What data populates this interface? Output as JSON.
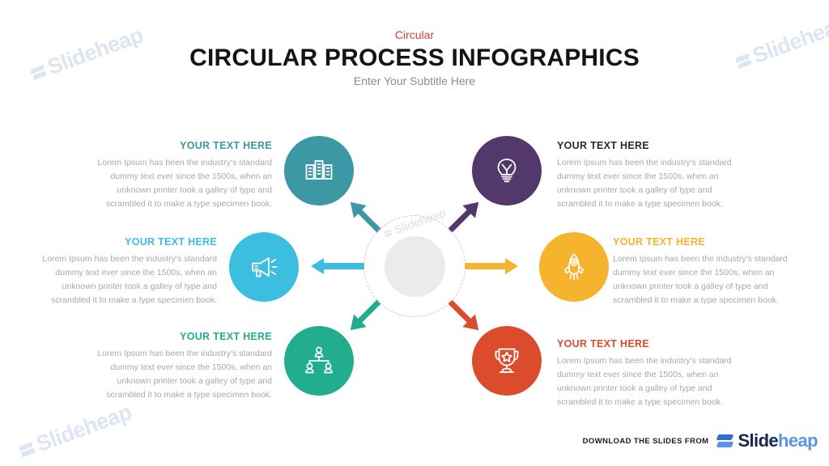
{
  "header": {
    "eyebrow": "Circular",
    "title": "CIRCULAR PROCESS INFOGRAPHICS",
    "subtitle": "Enter Your Subtitle Here",
    "eyebrow_color": "#cf4040",
    "title_color": "#141414",
    "subtitle_color": "#8c8c8c"
  },
  "center": {
    "core_color": "#ebebeb",
    "ring_color": "#c9c9c9"
  },
  "body_text": "Lorem Ipsum has been the industry's standard dummy text ever  since the 1500s, when an unknown  printer took a galley of type and scrambled it to make a type specimen book.",
  "nodes": [
    {
      "id": "top-left",
      "heading": "YOUR TEXT HERE",
      "heading_color": "#3d98a5",
      "body": "Lorem Ipsum has been the industry's standard dummy text ever  since the 1500s, when an unknown  printer took a galley of type and scrambled it to make a type specimen book.",
      "color": "#3d98a5",
      "icon": "buildings-icon",
      "arrow_color": "#3d98a5"
    },
    {
      "id": "top-right",
      "heading": "YOUR TEXT HERE",
      "heading_color": "#2b2b2b",
      "body": "Lorem Ipsum has been the industry's standard dummy text ever  since the 1500s, when an unknown  printer took a galley of type and scrambled it to make a type specimen book.",
      "color": "#53396b",
      "icon": "lightbulb-icon",
      "arrow_color": "#53396b"
    },
    {
      "id": "middle-left",
      "heading": "YOUR TEXT HERE",
      "heading_color": "#3cbee0",
      "body": "Lorem Ipsum has been the industry's standard dummy text ever  since the 1500s, when an unknown  printer took a galley of type and scrambled it to make a type specimen book.",
      "color": "#3cbee0",
      "icon": "megaphone-icon",
      "arrow_color": "#3cbee0"
    },
    {
      "id": "middle-right",
      "heading": "YOUR TEXT HERE",
      "heading_color": "#f6b32e",
      "body": "Lorem Ipsum has been the industry's standard dummy text ever  since the 1500s, when an unknown  printer took a galley of type and scrambled it to make a type specimen book.",
      "color": "#f6b32e",
      "icon": "rocket-icon",
      "arrow_color": "#f6b32e"
    },
    {
      "id": "bottom-left",
      "heading": "YOUR TEXT HERE",
      "heading_color": "#22ae8e",
      "body": "Lorem Ipsum has been the industry's standard dummy text ever  since the 1500s, when an unknown  printer took a galley of type and scrambled it to make a type specimen book.",
      "color": "#22ae8e",
      "icon": "org-chart-icon",
      "arrow_color": "#22ae8e"
    },
    {
      "id": "bottom-right",
      "heading": "YOUR TEXT HERE",
      "heading_color": "#db4c2c",
      "body": "Lorem Ipsum has been the industry's standard dummy text ever  since the 1500s, when an unknown  printer took a galley of type and scrambled it to make a type specimen book.",
      "color": "#db4c2c",
      "icon": "trophy-icon",
      "arrow_color": "#db4c2c"
    }
  ],
  "footer": {
    "download_label": "DOWNLOAD THE SLIDES FROM",
    "brand_part1": "Slide",
    "brand_part2": "heap",
    "brand_color1": "#16284f",
    "brand_color2": "#5b93e8"
  },
  "watermarks": {
    "text": "Slideheap",
    "color": "#dde4f2"
  }
}
